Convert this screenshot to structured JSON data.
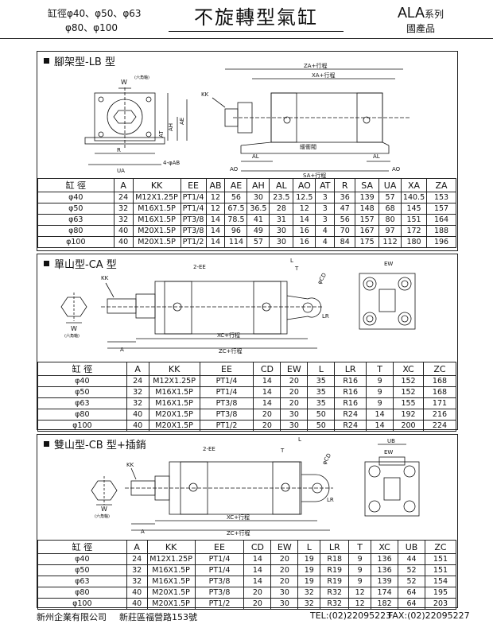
{
  "header": {
    "bore_line1": "缸徑φ40、φ50、φ63",
    "bore_line2": "φ80、φ100",
    "title": "不旋轉型氣缸",
    "series_code": "ALA",
    "series_suffix": "系列",
    "made_in": "國產品"
  },
  "lb": {
    "title": "腳架型-LB 型",
    "labels": {
      "w": "W",
      "hex": "(六角軸)",
      "kk": "KK",
      "at": "AT",
      "ah": "AH",
      "ae": "AE",
      "r": "R",
      "ua": "UA",
      "ab": "4-φAB",
      "za": "ZA+行程",
      "xa": "XA+行程",
      "al": "AL",
      "ao": "AO",
      "sa": "SA+行程",
      "cushion": "緩衝閥"
    },
    "table": {
      "headers": [
        "缸 徑",
        "A",
        "KK",
        "EE",
        "AB",
        "AE",
        "AH",
        "AL",
        "AO",
        "AT",
        "R",
        "SA",
        "UA",
        "XA",
        "ZA"
      ],
      "rows": [
        [
          "φ40",
          "24",
          "M12X1.25P",
          "PT1/4",
          "12",
          "56",
          "30",
          "23.5",
          "12.5",
          "3",
          "36",
          "139",
          "57",
          "140.5",
          "153"
        ],
        [
          "φ50",
          "32",
          "M16X1.5P",
          "PT1/4",
          "12",
          "67.5",
          "36.5",
          "28",
          "12",
          "3",
          "47",
          "148",
          "68",
          "145",
          "157"
        ],
        [
          "φ63",
          "32",
          "M16X1.5P",
          "PT3/8",
          "14",
          "78.5",
          "41",
          "31",
          "14",
          "3",
          "56",
          "157",
          "80",
          "151",
          "164"
        ],
        [
          "φ80",
          "40",
          "M20X1.5P",
          "PT3/8",
          "14",
          "96",
          "49",
          "30",
          "16",
          "4",
          "70",
          "167",
          "97",
          "172",
          "188"
        ],
        [
          "φ100",
          "40",
          "M20X1.5P",
          "PT1/2",
          "14",
          "114",
          "57",
          "30",
          "16",
          "4",
          "84",
          "175",
          "112",
          "180",
          "196"
        ]
      ]
    }
  },
  "ca": {
    "title": "單山型-CA 型",
    "labels": {
      "kk": "KK",
      "ee": "2-EE",
      "l": "L",
      "t": "T",
      "cd": "φCD",
      "lr": "LR",
      "ew": "EW",
      "w": "W",
      "hex": "(六角軸)",
      "a": "A",
      "xc": "XC+行程",
      "zc": "ZC+行程"
    },
    "table": {
      "headers": [
        "缸 徑",
        "A",
        "KK",
        "EE",
        "CD",
        "EW",
        "L",
        "LR",
        "T",
        "XC",
        "ZC"
      ],
      "rows": [
        [
          "φ40",
          "24",
          "M12X1.25P",
          "PT1/4",
          "14",
          "20",
          "35",
          "R16",
          "9",
          "152",
          "168"
        ],
        [
          "φ50",
          "32",
          "M16X1.5P",
          "PT1/4",
          "14",
          "20",
          "35",
          "R16",
          "9",
          "152",
          "168"
        ],
        [
          "φ63",
          "32",
          "M16X1.5P",
          "PT3/8",
          "14",
          "20",
          "35",
          "R16",
          "9",
          "155",
          "171"
        ],
        [
          "φ80",
          "40",
          "M20X1.5P",
          "PT3/8",
          "20",
          "30",
          "50",
          "R24",
          "14",
          "192",
          "216"
        ],
        [
          "φ100",
          "40",
          "M20X1.5P",
          "PT1/2",
          "20",
          "30",
          "50",
          "R24",
          "14",
          "200",
          "224"
        ]
      ]
    }
  },
  "cb": {
    "title": "雙山型-CB 型+插銷",
    "labels": {
      "kk": "KK",
      "ee": "2-EE",
      "l": "L",
      "t": "T",
      "cd": "φCD",
      "lr": "LR",
      "ub": "UB",
      "ew": "EW",
      "w": "W",
      "hex": "(六角軸)",
      "a": "A",
      "xc": "XC+行程",
      "zc": "ZC+行程"
    },
    "table": {
      "headers": [
        "缸 徑",
        "A",
        "KK",
        "EE",
        "CD",
        "EW",
        "L",
        "LR",
        "T",
        "XC",
        "UB",
        "ZC"
      ],
      "rows": [
        [
          "φ40",
          "24",
          "M12X1.25P",
          "PT1/4",
          "14",
          "20",
          "19",
          "R18",
          "9",
          "136",
          "44",
          "151"
        ],
        [
          "φ50",
          "32",
          "M16X1.5P",
          "PT1/4",
          "14",
          "20",
          "19",
          "R19",
          "9",
          "136",
          "52",
          "151"
        ],
        [
          "φ63",
          "32",
          "M16X1.5P",
          "PT3/8",
          "14",
          "20",
          "19",
          "R19",
          "9",
          "139",
          "52",
          "154"
        ],
        [
          "φ80",
          "40",
          "M20X1.5P",
          "PT3/8",
          "20",
          "30",
          "32",
          "R32",
          "12",
          "174",
          "64",
          "195"
        ],
        [
          "φ100",
          "40",
          "M20X1.5P",
          "PT1/2",
          "20",
          "30",
          "32",
          "R32",
          "12",
          "182",
          "64",
          "203"
        ]
      ]
    }
  },
  "footer": {
    "company": "新州企業有限公司",
    "address": "新莊區福營路153號",
    "tel": "TEL:(02)22095223",
    "fax": "FAX:(02)22095227"
  }
}
